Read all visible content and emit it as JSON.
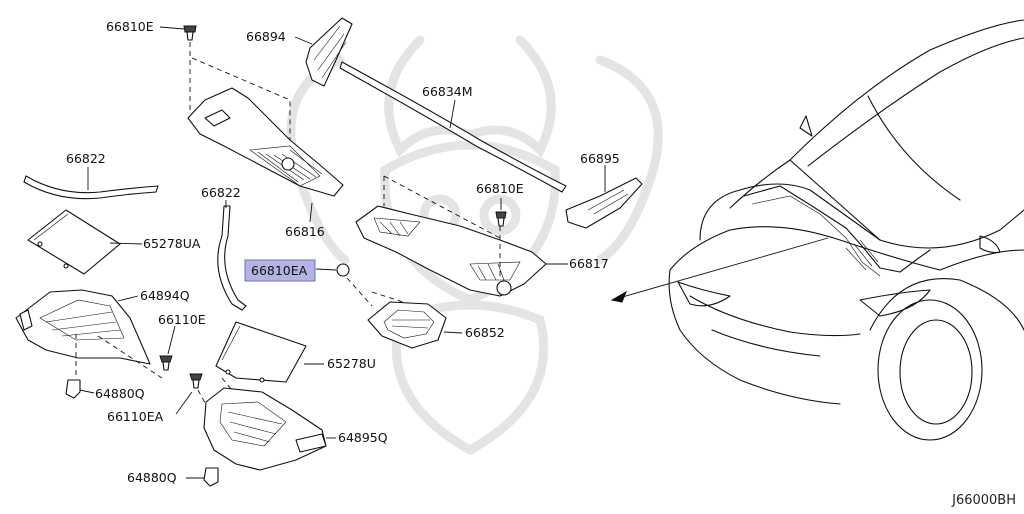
{
  "diagram": {
    "reference_code": "J66000BH",
    "highlighted_part": "66810EA",
    "highlight_color": "#b3b3e6",
    "labels": [
      {
        "id": "66810E_top",
        "text": "66810E"
      },
      {
        "id": "66894",
        "text": "66894"
      },
      {
        "id": "66834M",
        "text": "66834M"
      },
      {
        "id": "66822_left",
        "text": "66822"
      },
      {
        "id": "66895",
        "text": "66895"
      },
      {
        "id": "66810E_mid",
        "text": "66810E"
      },
      {
        "id": "66822_mid",
        "text": "66822"
      },
      {
        "id": "66816",
        "text": "66816"
      },
      {
        "id": "65278UA",
        "text": "65278UA"
      },
      {
        "id": "66817",
        "text": "66817"
      },
      {
        "id": "66810EA",
        "text": "66810EA"
      },
      {
        "id": "64894Q",
        "text": "64894Q"
      },
      {
        "id": "66110E",
        "text": "66110E"
      },
      {
        "id": "66852",
        "text": "66852"
      },
      {
        "id": "65278U",
        "text": "65278U"
      },
      {
        "id": "64880Q_upper",
        "text": "64880Q"
      },
      {
        "id": "66110EA",
        "text": "66110EA"
      },
      {
        "id": "64895Q",
        "text": "64895Q"
      },
      {
        "id": "64880Q_lower",
        "text": "64880Q"
      }
    ]
  }
}
